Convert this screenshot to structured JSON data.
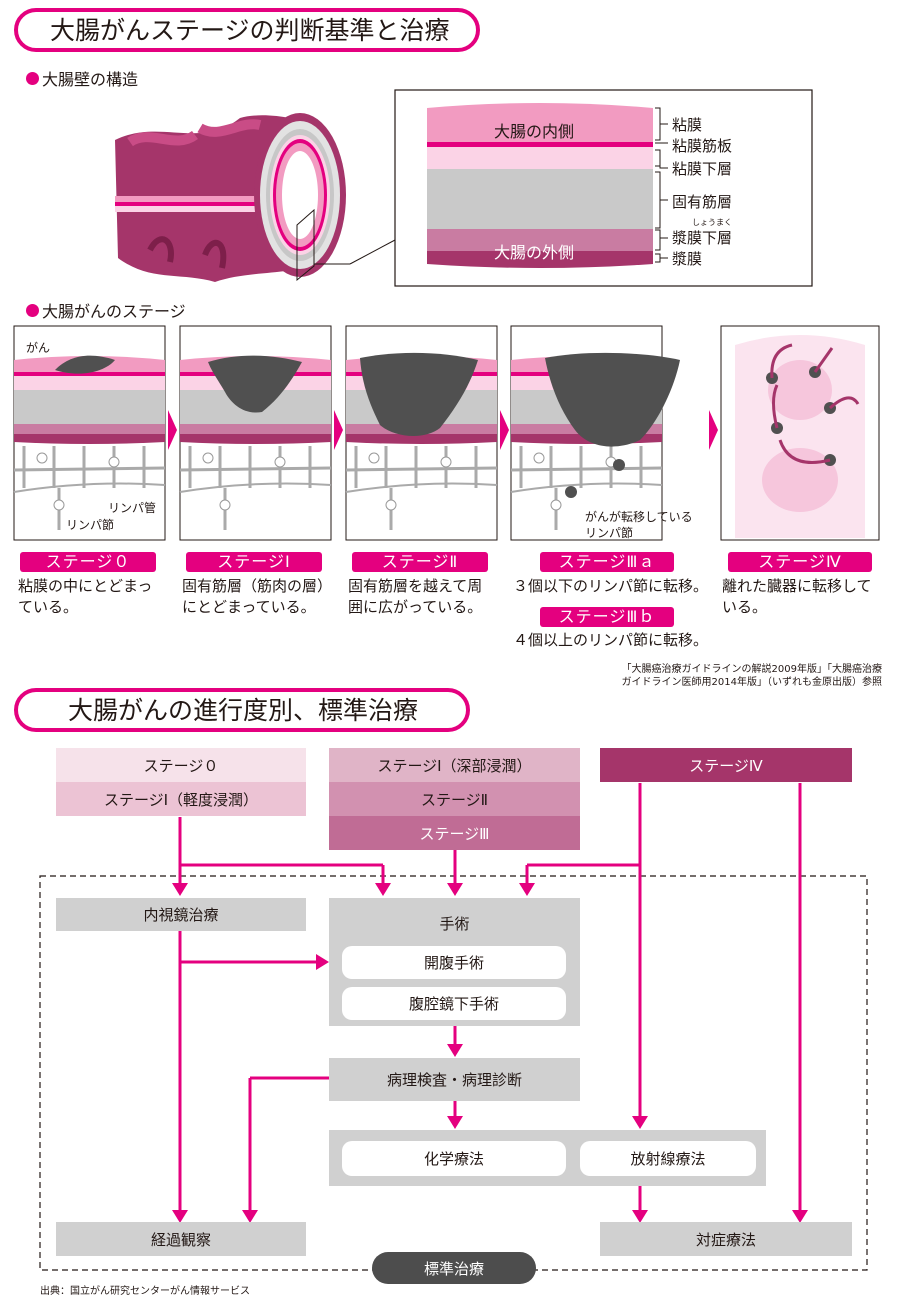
{
  "titles": {
    "main": "大腸がんステージの判断基準と治療",
    "treatment": "大腸がんの進行度別、標準治療"
  },
  "wall_section": {
    "heading": "大腸壁の構造",
    "inner_label": "大腸の内側",
    "outer_label": "大腸の外側",
    "layers": [
      "粘膜",
      "粘膜筋板",
      "粘膜下層",
      "固有筋層",
      "漿膜下層",
      "漿膜"
    ],
    "ruby": "しょうまく"
  },
  "stages_section": {
    "heading": "大腸がんのステージ",
    "annotations": {
      "cancer": "がん",
      "lymph_vessel": "リンパ管",
      "lymph_node": "リンパ節",
      "metastasized_line1": "がんが転移している",
      "metastasized_line2": "リンパ節"
    },
    "stages": [
      {
        "name": "ステージ０",
        "desc": [
          "粘膜の中にとどまっ",
          "ている。"
        ]
      },
      {
        "name": "ステージⅠ",
        "desc": [
          "固有筋層（筋肉の層）",
          "にとどまっている。"
        ]
      },
      {
        "name": "ステージⅡ",
        "desc": [
          "固有筋層を越えて周",
          "囲に広がっている。"
        ]
      },
      {
        "name": "ステージⅢａ",
        "desc": [
          "３個以下のリンパ節に転移。"
        ]
      },
      {
        "name": "ステージⅢｂ",
        "desc": [
          "４個以上のリンパ節に転移。"
        ]
      },
      {
        "name": "ステージⅣ",
        "desc": [
          "離れた臓器に転移して",
          "いる。"
        ]
      }
    ],
    "citation": [
      "「大腸癌治療ガイドラインの解説2009年版」「大腸癌治療",
      "ガイドライン医師用2014年版」（いずれも金原出版）参照"
    ]
  },
  "flowchart": {
    "group1": [
      "ステージ０",
      "ステージⅠ（軽度浸潤）"
    ],
    "group2": [
      "ステージⅠ（深部浸潤）",
      "ステージⅡ",
      "ステージⅢ"
    ],
    "group3": [
      "ステージⅣ"
    ],
    "endoscopic": "内視鏡治療",
    "surgery": "手術",
    "open_surgery": "開腹手術",
    "laparoscopic": "腹腔鏡下手術",
    "pathology": "病理検査・病理診断",
    "chemo": "化学療法",
    "radiation": "放射線療法",
    "observation": "経過観察",
    "palliative": "対症療法",
    "standard_label": "標準治療"
  },
  "source": "出典：国立がん研究センターがん情報サービス",
  "colors": {
    "accent": "#e4007f",
    "dark_magenta": "#a5356a",
    "gray_box": "#d0d0d0",
    "tumor": "#505050"
  }
}
